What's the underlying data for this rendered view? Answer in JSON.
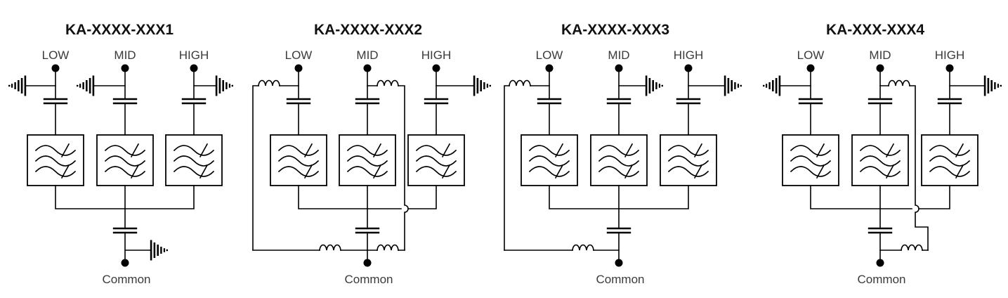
{
  "figure": {
    "background": "#ffffff",
    "line_color": "#000000",
    "label_color": "#3a3a3a",
    "title_color": "#111111",
    "symbols": {
      "filter-box": "band-pass-filter (three waves, top and bottom struck through)",
      "capacitor": "two parallel plates in series with branch",
      "inductor": "three-hump coil",
      "ground-icon": "tapered hatch bars",
      "terminal-dot": "filled circle port terminal"
    }
  },
  "panels": [
    {
      "title": "KA-XXXX-XXX1",
      "ports": {
        "low": "LOW",
        "mid": "MID",
        "high": "HIGH"
      },
      "common": "Common",
      "topology": {
        "port_grounds": {
          "low": "left",
          "mid": "left",
          "high": "right"
        },
        "series_capacitors": [
          "LOW",
          "MID",
          "HIGH",
          "COMMON"
        ],
        "filters": [
          "LOW",
          "MID",
          "HIGH"
        ],
        "shunt_inductors": [],
        "common_ground": "right"
      }
    },
    {
      "title": "KA-XXXX-XXX2",
      "ports": {
        "low": "LOW",
        "mid": "MID",
        "high": "HIGH"
      },
      "common": "Common",
      "topology": {
        "port_grounds": {
          "high": "right"
        },
        "series_capacitors": [
          "LOW",
          "MID",
          "HIGH",
          "COMMON"
        ],
        "filters": [
          "LOW",
          "MID",
          "HIGH"
        ],
        "shunt_inductors": [
          "LOW-to-common via left side (two coils)",
          "MID-to-common via right side (two coils, wire hops over bus)"
        ],
        "common_ground": "none"
      }
    },
    {
      "title": "KA-XXXX-XXX3",
      "ports": {
        "low": "LOW",
        "mid": "MID",
        "high": "HIGH"
      },
      "common": "Common",
      "topology": {
        "port_grounds": {
          "mid": "right",
          "high": "right"
        },
        "series_capacitors": [
          "LOW",
          "MID",
          "HIGH",
          "COMMON"
        ],
        "filters": [
          "LOW",
          "MID",
          "HIGH"
        ],
        "shunt_inductors": [
          "LOW-to-common via left side (two coils)"
        ],
        "common_ground": "none"
      }
    },
    {
      "title": "KA-XXX-XXX4",
      "ports": {
        "low": "LOW",
        "mid": "MID",
        "high": "HIGH"
      },
      "common": "Common",
      "topology": {
        "port_grounds": {
          "low": "left",
          "high": "right"
        },
        "series_capacitors": [
          "LOW",
          "MID",
          "HIGH",
          "COMMON"
        ],
        "filters": [
          "LOW",
          "MID",
          "HIGH"
        ],
        "shunt_inductors": [
          "MID-to-common via right side (two coils, wire hops over bus then jogs right)"
        ],
        "common_ground": "none"
      }
    }
  ]
}
